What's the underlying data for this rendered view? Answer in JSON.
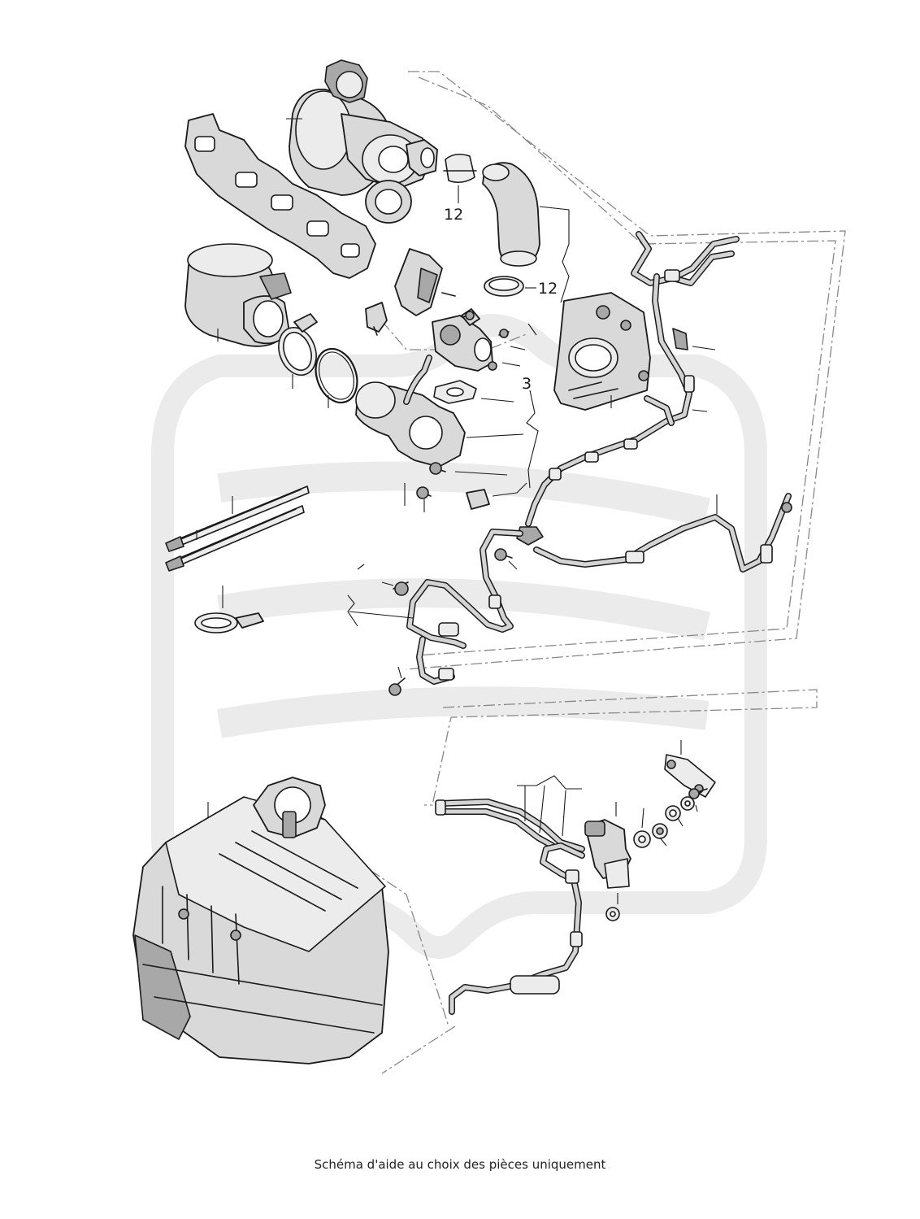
{
  "labels": {
    "clamp_upper": "12",
    "clamp_lower": "12",
    "gasket_ref": "3"
  },
  "caption": "Schéma d'aide au choix des pièces uniquement",
  "watermark_color": "#ebebeb"
}
